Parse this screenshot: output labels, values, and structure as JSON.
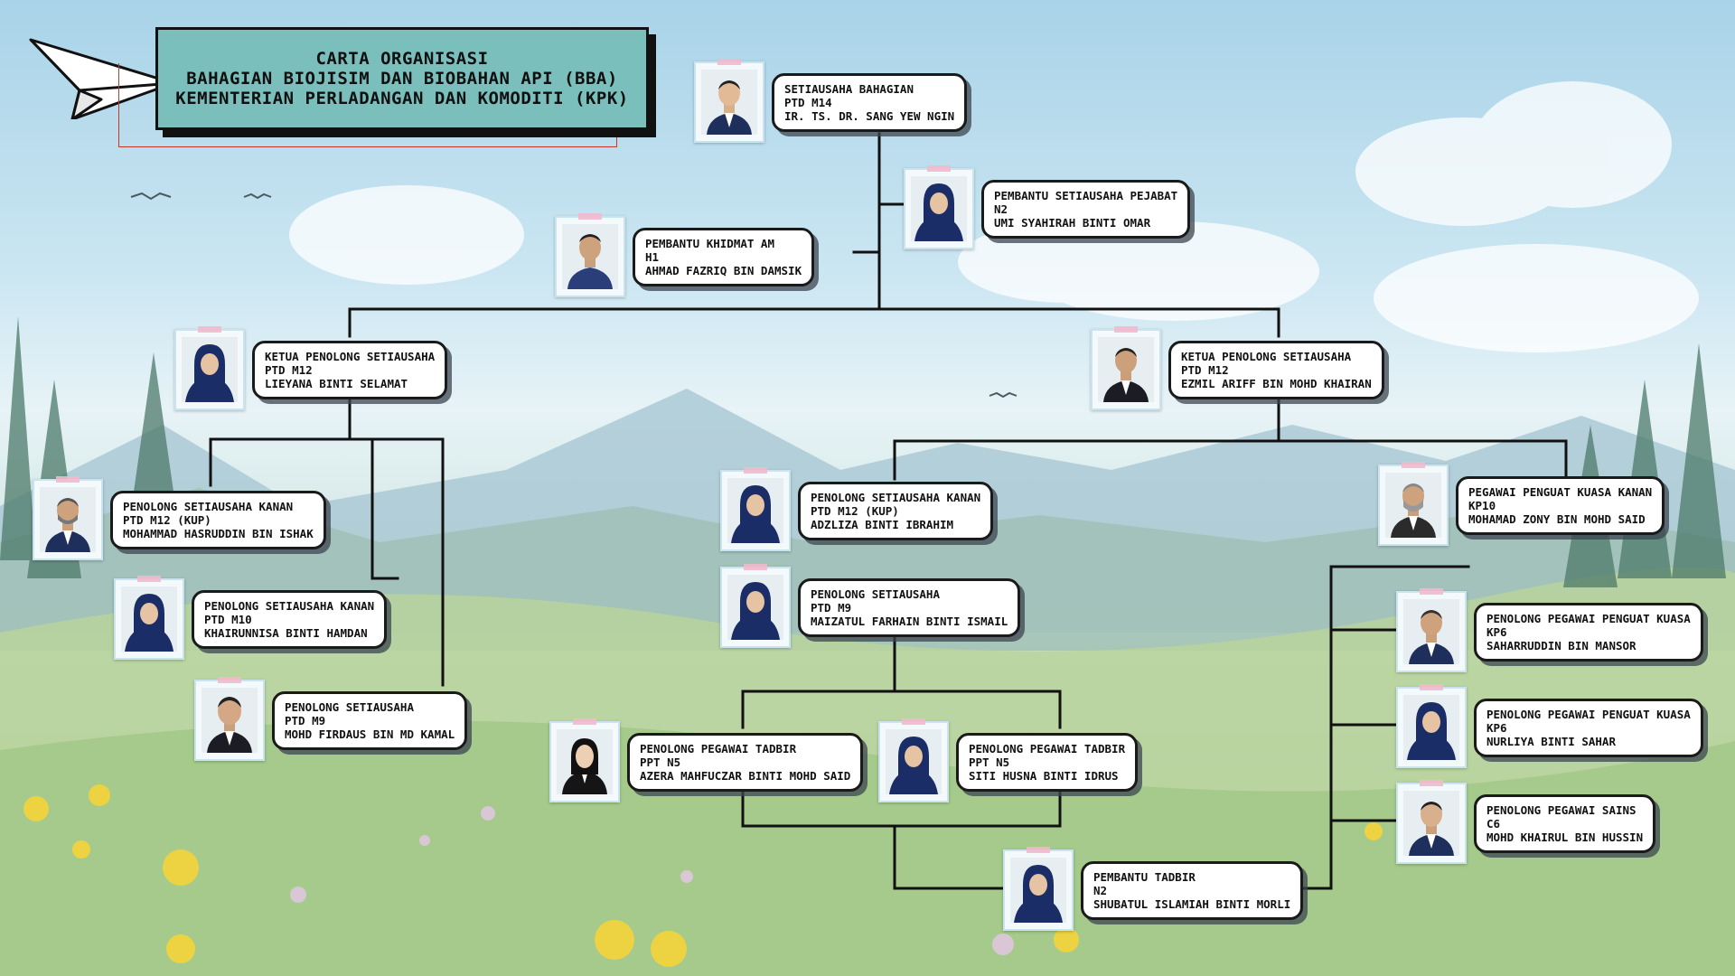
{
  "title": {
    "line1": "CARTA ORGANISASI",
    "line2": "BAHAGIAN BIOJISIM DAN BIOBAHAN API (BBA)",
    "line3": "KEMENTERIAN PERLADANGAN DAN KOMODITI (KPK)"
  },
  "colors": {
    "title_bg": "#7bbfbd",
    "connector": "#111111",
    "card_bg": "#ffffff",
    "uniform_navy": "#1f2f5c",
    "tudung_navy": "#1b2d66"
  },
  "nodes": {
    "n1": {
      "title": "SETIAUSAHA BAHAGIAN",
      "grade": "PTD M14",
      "name": "IR. TS. DR. SANG YEW NGIN"
    },
    "n2": {
      "title": "PEMBANTU SETIAUSAHA PEJABAT",
      "grade": "N2",
      "name": "UMI SYAHIRAH BINTI OMAR"
    },
    "n3": {
      "title": "PEMBANTU KHIDMAT AM",
      "grade": "H1",
      "name": "AHMAD FAZRIQ BIN DAMSIK"
    },
    "n4": {
      "title": "KETUA PENOLONG SETIAUSAHA",
      "grade": "PTD M12",
      "name": "LIEYANA BINTI SELAMAT"
    },
    "n5": {
      "title": "KETUA PENOLONG SETIAUSAHA",
      "grade": "PTD M12",
      "name": "EZMIL ARIFF BIN MOHD KHAIRAN"
    },
    "n6": {
      "title": "PENOLONG SETIAUSAHA KANAN",
      "grade": "PTD M12 (KUP)",
      "name": "MOHAMMAD HASRUDDIN BIN ISHAK"
    },
    "n7": {
      "title": "PENOLONG SETIAUSAHA KANAN",
      "grade": "PTD M10",
      "name": "KHAIRUNNISA BINTI HAMDAN"
    },
    "n8": {
      "title": "PENOLONG SETIAUSAHA",
      "grade": "PTD M9",
      "name": "MOHD FIRDAUS BIN MD KAMAL"
    },
    "n9": {
      "title": "PENOLONG SETIAUSAHA KANAN",
      "grade": "PTD M12 (KUP)",
      "name": "ADZLIZA BINTI IBRAHIM"
    },
    "n10": {
      "title": "PENOLONG SETIAUSAHA",
      "grade": "PTD M9",
      "name": "MAIZATUL FARHAIN BINTI ISMAIL"
    },
    "n11": {
      "title": "PENOLONG PEGAWAI TADBIR",
      "grade": "PPT N5",
      "name": "AZERA MAHFUCZAR BINTI MOHD SAID"
    },
    "n12": {
      "title": "PENOLONG PEGAWAI TADBIR",
      "grade": "PPT N5",
      "name": "SITI HUSNA BINTI IDRUS"
    },
    "n13": {
      "title": "PEMBANTU TADBIR",
      "grade": "N2",
      "name": "SHUBATUL ISLAMIAH BINTI MORLI"
    },
    "n14": {
      "title": "PEGAWAI PENGUAT KUASA KANAN",
      "grade": "KP10",
      "name": "MOHAMAD ZONY BIN MOHD SAID"
    },
    "n15": {
      "title": "PENOLONG PEGAWAI PENGUAT KUASA",
      "grade": "KP6",
      "name": "SAHARRUDDIN BIN MANSOR"
    },
    "n16": {
      "title": "PENOLONG PEGAWAI PENGUAT KUASA",
      "grade": "KP6",
      "name": "NURLIYA BINTI SAHAR"
    },
    "n17": {
      "title": "PENOLONG PEGAWAI SAINS",
      "grade": "C6",
      "name": "MOHD KHAIRUL BIN HUSSIN"
    }
  }
}
